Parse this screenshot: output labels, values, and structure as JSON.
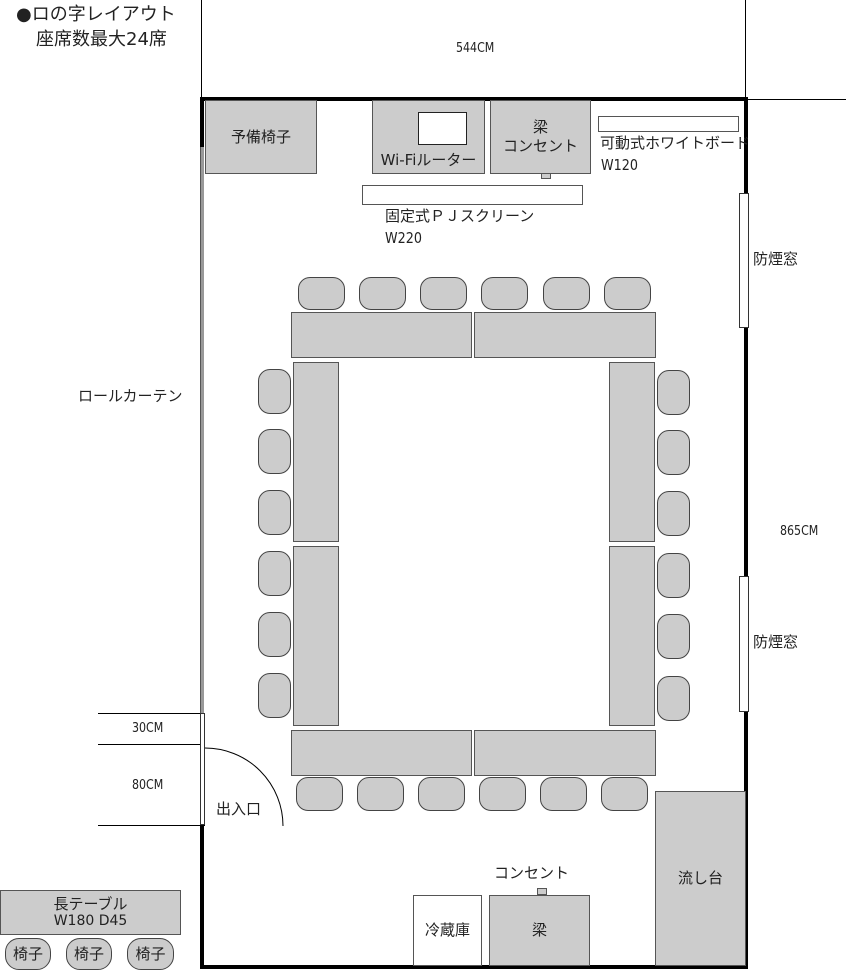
{
  "title": {
    "line1": "●ロの字レイアウト",
    "line2": "座席数最大24席"
  },
  "dimensions": {
    "width": "544CM",
    "depth": "865CM",
    "gap": "30CM",
    "door": "80CM"
  },
  "room": {
    "spare_chairs": "予備椅子",
    "wifi": "Wi-Fiルーター",
    "beam_top": "梁",
    "outlet_top": "コンセント",
    "whiteboard": "可動式ホワイトボード",
    "whiteboard_width": "W120",
    "screen": "固定式ＰＪスクリーン",
    "screen_width": "W220",
    "smoke_window_1": "防煙窓",
    "smoke_window_2": "防煙窓",
    "curtain": "ロールカーテン",
    "entrance": "出入口",
    "outlet_bottom": "コンセント",
    "fridge": "冷蔵庫",
    "beam_bottom": "梁",
    "sink": "流し台"
  },
  "legend": {
    "table": "長テーブル",
    "table_size": "W180  D45",
    "chairs": [
      "椅子",
      "椅子",
      "椅子"
    ]
  },
  "colors": {
    "furniture": "#cccccc",
    "wall": "#000000"
  }
}
